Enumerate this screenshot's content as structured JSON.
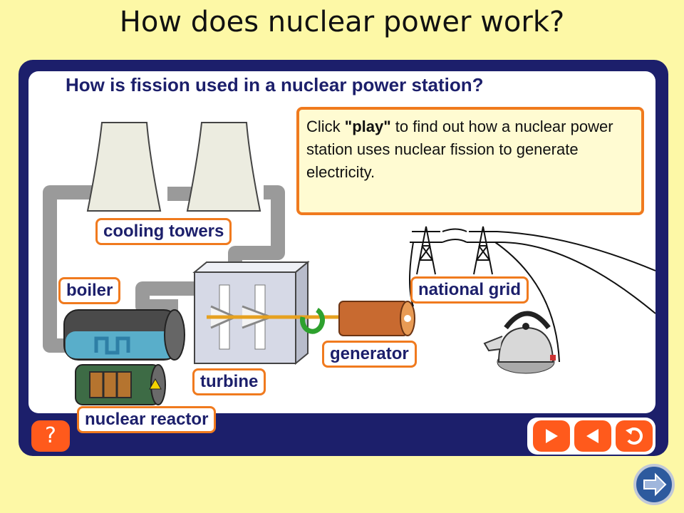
{
  "slide_title": "How does nuclear power work?",
  "panel_heading": "How is fission used in a nuclear power station?",
  "info": {
    "prefix": "Click ",
    "emphasis": "\"play\"",
    "suffix": " to find out how a nuclear power station uses nuclear fission to generate electricity."
  },
  "labels": {
    "cooling_towers": "cooling towers",
    "boiler": "boiler",
    "turbine": "turbine",
    "generator": "generator",
    "national_grid": "national grid",
    "nuclear_reactor": "nuclear reactor"
  },
  "controls": {
    "help": "?",
    "icons": {
      "play": "play-icon",
      "back": "back-icon",
      "replay": "replay-icon",
      "next_slide": "next-slide-arrow-icon"
    }
  },
  "colors": {
    "background": "#fdf8a6",
    "frame": "#1c1f6b",
    "accent": "#f07a1e",
    "button": "#ff5a1c"
  }
}
